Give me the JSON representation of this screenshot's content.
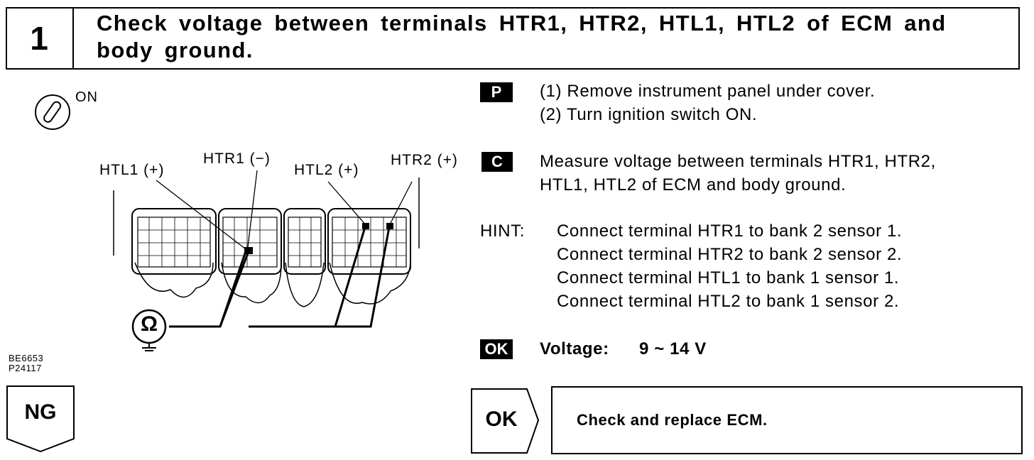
{
  "header": {
    "step_number": "1",
    "title": "Check voltage between terminals HTR1, HTR2, HTL1, HTL2 of ECM and body ground."
  },
  "diagram": {
    "ignition_label": "ON",
    "terminal_labels": {
      "htl1": "HTL1 (+)",
      "htr1": "HTR1 (−)",
      "htl2": "HTL2 (+)",
      "htr2": "HTR2 (+)"
    },
    "ohm_symbol": "Ω",
    "figure_codes": [
      "BE6653",
      "P24117"
    ]
  },
  "instructions": {
    "prep_badge": "P",
    "prep_steps": [
      "(1) Remove instrument panel under cover.",
      "(2) Turn ignition switch ON."
    ],
    "check_badge": "C",
    "check_lines": [
      "Measure voltage between terminals HTR1, HTR2,",
      "HTL1, HTL2 of ECM and body ground."
    ],
    "hint_label": "HINT:",
    "hints": [
      "Connect terminal HTR1 to bank 2 sensor 1.",
      "Connect terminal HTR2 to bank 2 sensor 2.",
      "Connect terminal HTL1 to bank 1 sensor 1.",
      "Connect terminal HTL2 to bank 1 sensor 2."
    ],
    "ok_badge": "OK",
    "spec_label": "Voltage:",
    "spec_value": "9 ~ 14 V"
  },
  "results": {
    "ng_label": "NG",
    "ok_label": "OK",
    "ok_action": "Check and replace ECM."
  }
}
